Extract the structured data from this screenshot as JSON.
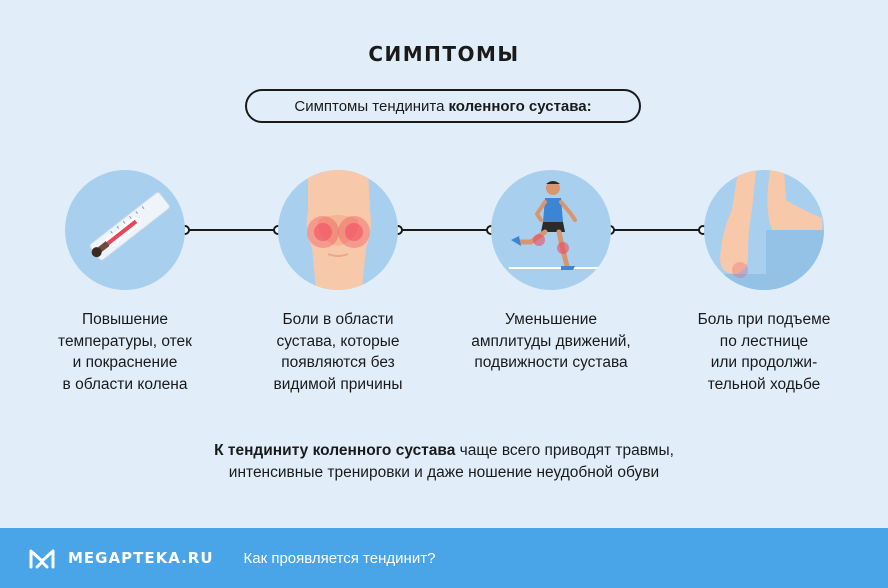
{
  "title": "СИМПТОМЫ",
  "subtitle": {
    "text": "Симптомы тендинита",
    "bold": "коленного сустава:"
  },
  "symptoms": [
    {
      "icon": "thermometer-icon",
      "lines": [
        "Повышение",
        "температуры, отек",
        "и покраснение",
        "в области колена"
      ]
    },
    {
      "icon": "knee-pain-icon",
      "lines": [
        "Боли в области",
        "сустава, которые",
        "появляются без",
        "видимой причины"
      ]
    },
    {
      "icon": "runner-icon",
      "lines": [
        "Уменьшение",
        "амплитуды движений,",
        "подвижности сустава"
      ]
    },
    {
      "icon": "foot-on-stairs-icon",
      "lines": [
        "Боль при подъеме",
        "по лестнице",
        "или продолжи-",
        "тельной ходьбе"
      ]
    }
  ],
  "summary": {
    "bold": "К тендиниту коленного сустава",
    "rest_line1": "чаще всего приводят травмы,",
    "line2": "интенсивные тренировки и даже ношение неудобной обуви"
  },
  "footer": {
    "brand": "MEGAPTEKA.RU",
    "question": "Как проявляется тендинит?"
  },
  "colors": {
    "background": "#e1eefa",
    "circle": "#a9cfee",
    "footer": "#4aa4e8",
    "pain": "#f0445a"
  }
}
